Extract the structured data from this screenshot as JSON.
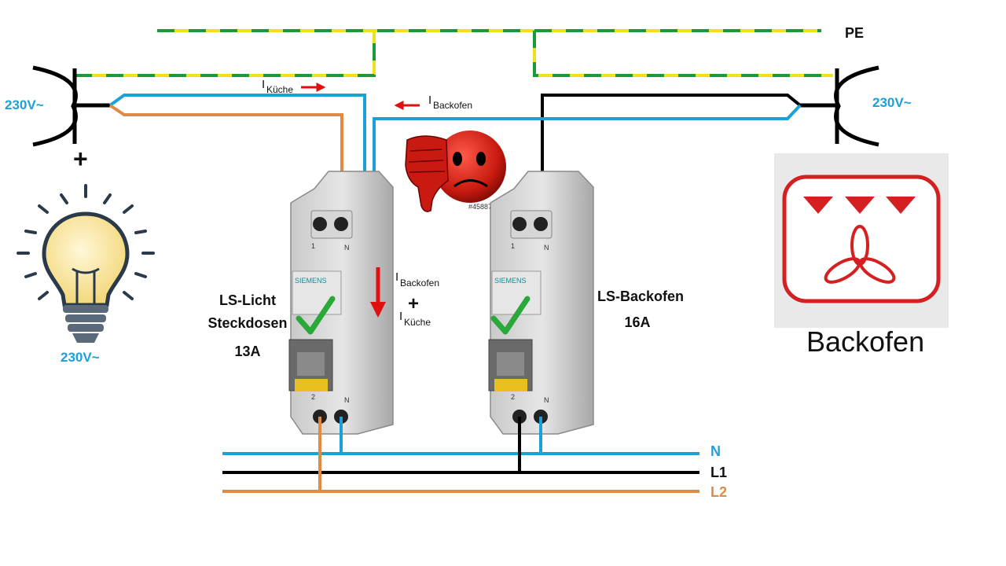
{
  "labels": {
    "pe": "PE",
    "voltage_left_socket": "230V~",
    "voltage_right_socket": "230V~",
    "voltage_bulb": "230V~",
    "plus_sign": "+",
    "current_i": "I",
    "current_kueche_sub": "Küche",
    "current_backofen_sub": "Backofen",
    "sum_plus": "+",
    "watermark": "#45887653",
    "breaker_left": {
      "line1": "LS-Licht",
      "line2": "Steckdosen",
      "rating": "13A"
    },
    "breaker_right": {
      "line1": "LS-Backofen",
      "rating": "16A"
    },
    "oven_caption": "Backofen",
    "bus_n": "N",
    "bus_l1": "L1",
    "bus_l2": "L2",
    "breaker_brand": "SIEMENS",
    "terminal_1": "1",
    "terminal_n_top": "N",
    "terminal_2": "2",
    "terminal_n_bottom": "N"
  },
  "colors": {
    "neutral_blue": "#1ba1d8",
    "phase_black": "#000000",
    "phase_orange": "#e08a43",
    "pe_green": "#1a9a3a",
    "pe_yellow": "#f0e21a",
    "arrow_red": "#e01010",
    "check_green": "#2aa83a",
    "oven_red": "#d42020"
  },
  "icons": [
    "socket-left-icon",
    "socket-right-icon",
    "light-bulb-icon",
    "sad-thumbs-down-icon",
    "checkmark-icon",
    "oven-fan-icon"
  ]
}
